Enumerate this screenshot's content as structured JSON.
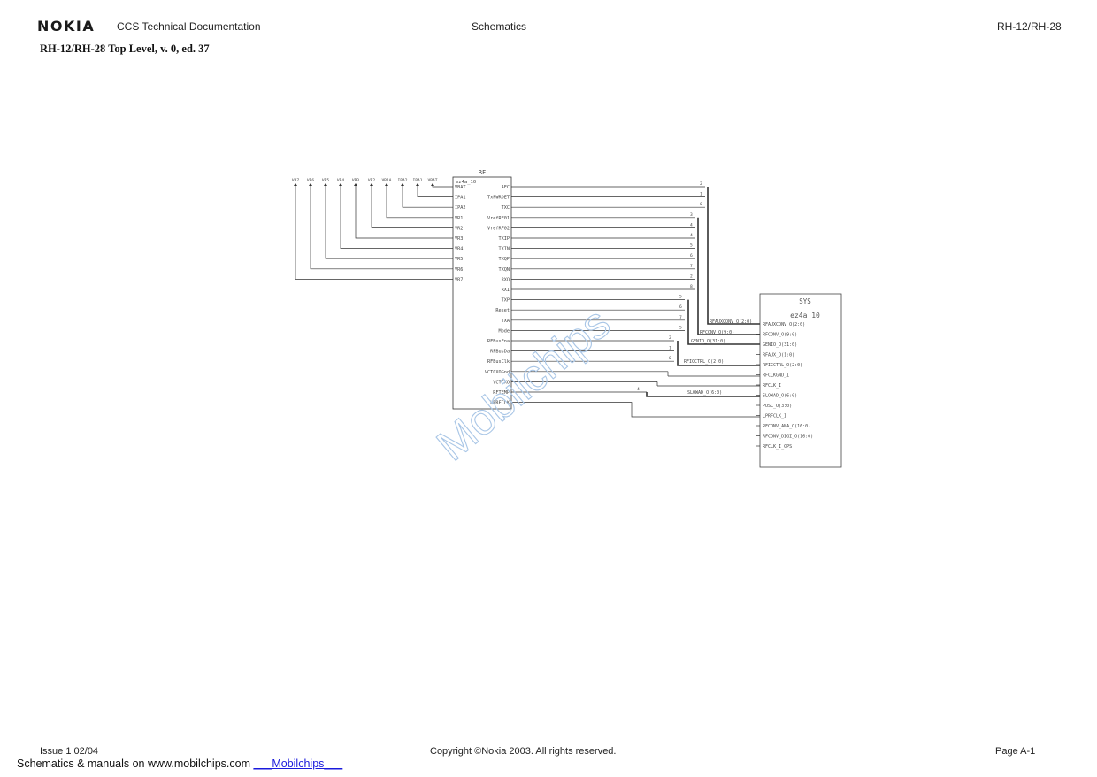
{
  "header": {
    "brand": "NOKIA",
    "doc_title": "CCS Technical Documentation",
    "section": "Schematics",
    "model": "RH-12/RH-28"
  },
  "subtitle": "RH-12/RH-28 Top Level, v. 0, ed. 37",
  "rf_block": {
    "title": "RF",
    "part": "ez4a_10",
    "top_ports": [
      "VR7",
      "VR6",
      "VR5",
      "VR4",
      "VR3",
      "VR2",
      "VR1A",
      "IPA2",
      "IPA1",
      "VBAT"
    ],
    "left_pins": [
      "VBAT",
      "IPA1",
      "IPA2",
      "VR1",
      "VR2",
      "VR3",
      "VR4",
      "VR5",
      "VR6",
      "VR7"
    ],
    "right_pins": [
      "AFC",
      "TxPWRDET",
      "TXC",
      "VrefRF01",
      "VrefRF02",
      "TXIP",
      "TXIN",
      "TXQP",
      "TXQN",
      "RXQ",
      "RXI",
      "TXP",
      "Reset",
      "TXA",
      "Mode",
      "RFBusEna",
      "RFBusDa",
      "RFBusClk",
      "VCTCXOGnd",
      "VCTCXO",
      "RFTEMP",
      "LPRFCLK"
    ]
  },
  "bus_numbers": [
    "2",
    "1",
    "0",
    "3",
    "4",
    "4",
    "5",
    "6",
    "7",
    "2",
    "8",
    "5",
    "6",
    "7",
    "5",
    "2",
    "1",
    "0",
    "4"
  ],
  "net_labels": [
    "RFAUXCONV_O(2:0)",
    "RFCONV_O(9:0)",
    "GENIO_O(31:0)",
    "RFICCTRL_O(2:0)",
    "SLOWAD_O(6:0)"
  ],
  "sys_block": {
    "title": "SYS",
    "part": "ez4a_10",
    "pins": [
      "RFAUXCONV_O(2:0)",
      "RFCONV_O(9:0)",
      "GENIO_O(31:0)",
      "RFAUX_O(1:0)",
      "RFICCTRL_O(2:0)",
      "RFCLKGND_I",
      "RFCLK_I",
      "SLOWAD_O(6:0)",
      "PUSL_O(3:0)",
      "LPRFCLK_I",
      "RFCONV_ANA_O(16:0)",
      "RFCONV_DIGI_O(16:0)",
      "RFCLK_I_GPS"
    ]
  },
  "watermark": "Mobilchips",
  "footer": {
    "issue": "Issue 1 02/04",
    "copyright": "Copyright ©Nokia 2003. All rights reserved.",
    "page": "Page A-1"
  },
  "mirror": {
    "text": "Schematics & manuals on www.mobilchips.com",
    "link": "___Mobilchips___"
  }
}
